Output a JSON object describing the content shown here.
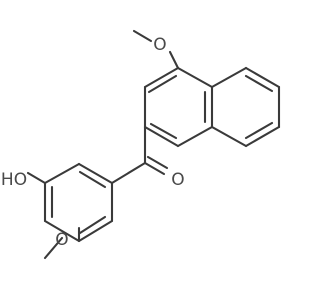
{
  "structure": {
    "labels": {
      "o_methoxy_top": "O",
      "o_carbonyl": "O",
      "hydroxyl": "HO",
      "o_methoxy_bottom": "O"
    }
  }
}
